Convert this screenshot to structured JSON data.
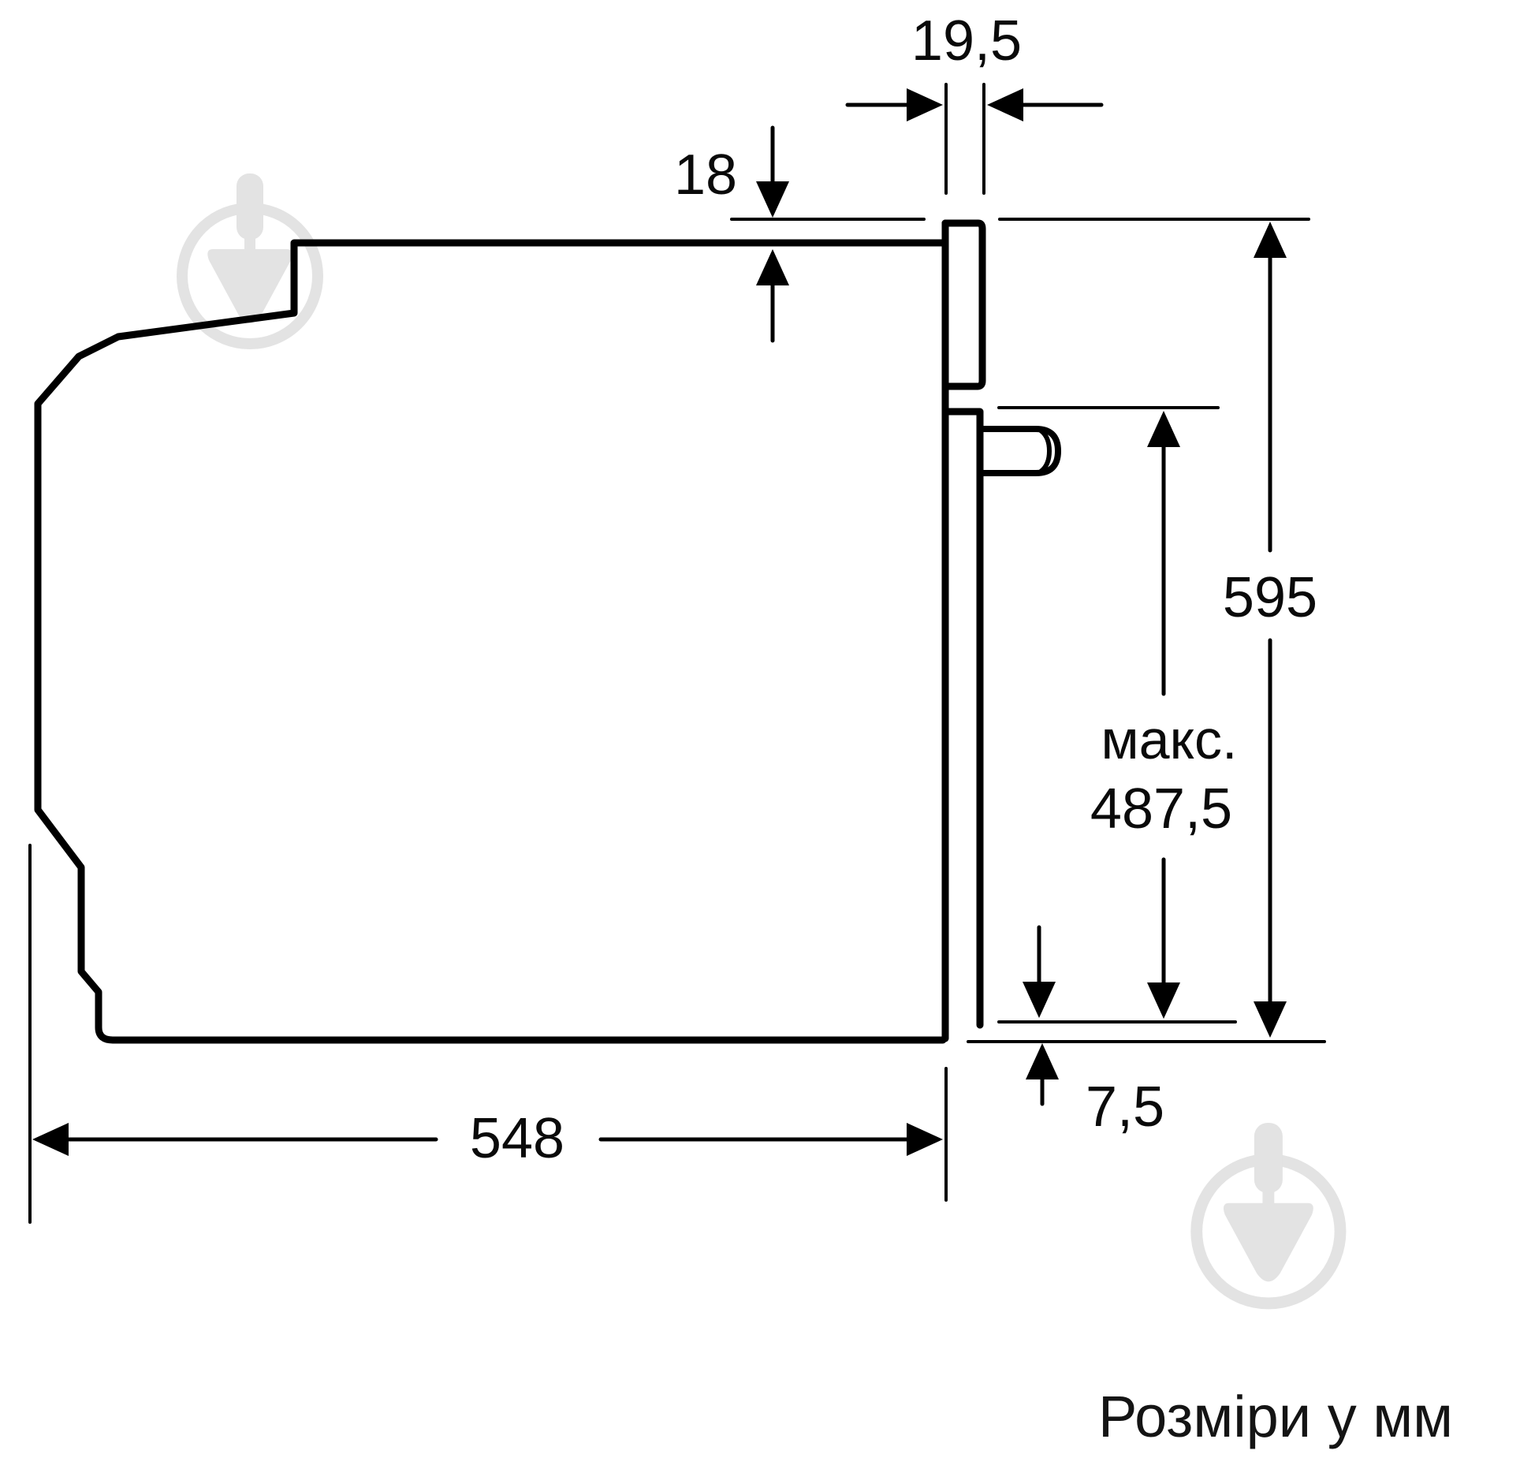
{
  "diagram": {
    "type": "appliance-installation-dimension-drawing",
    "subject": "built-in oven side profile",
    "labels": {
      "front_frame_depth": "19,5",
      "top_overhang": "18",
      "appliance_height": "595",
      "max_prefix": "макс.",
      "max_door_value": "487,5",
      "bottom_gap": "7,5",
      "body_depth": "548",
      "units_note": "Розміри у мм"
    },
    "colors": {
      "line": "#000000",
      "text": "#0a0a0a",
      "watermark": "#e3e3e3",
      "background": "#ffffff"
    }
  }
}
